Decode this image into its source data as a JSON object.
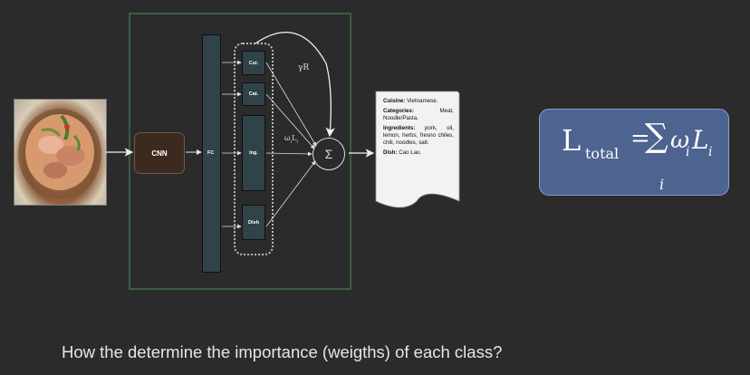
{
  "diagram": {
    "cnn_label": "CNN",
    "fc_label": "FC",
    "heads": {
      "cuisine": "Cui.",
      "category": "Cat.",
      "ingredients": "Ing.",
      "dish": "Dish"
    },
    "gamma_r": "γR",
    "omega_l": "ω",
    "omega_l_sub": "i",
    "l_sym": "L",
    "l_sub": "i",
    "sum_symbol": "Σ"
  },
  "output_doc": {
    "cuisine_label": "Cuisine:",
    "cuisine_value": "Vietnamese.",
    "categories_label": "Categories:",
    "categories_value": "Meat, Noodle/Pasta.",
    "ingredients_label": "Ingredients:",
    "ingredients_value": "pork, oil, lemon, herbs, fresno chiles, chili, noodles, salt.",
    "dish_label": "Dish:",
    "dish_value": "Cao Lau."
  },
  "equation": {
    "L": "L",
    "total": "total",
    "equals": "=",
    "sum": "∑",
    "omega": "ω",
    "i": "i",
    "L_i": "L"
  },
  "question": "How the determine the importance (weigths) of each class?",
  "colors": {
    "background": "#2b2b2b",
    "block": "#2f4349",
    "frame": "#3f5a3f",
    "cnn": "#3d2a1f",
    "equation_box": "#4d6390"
  }
}
